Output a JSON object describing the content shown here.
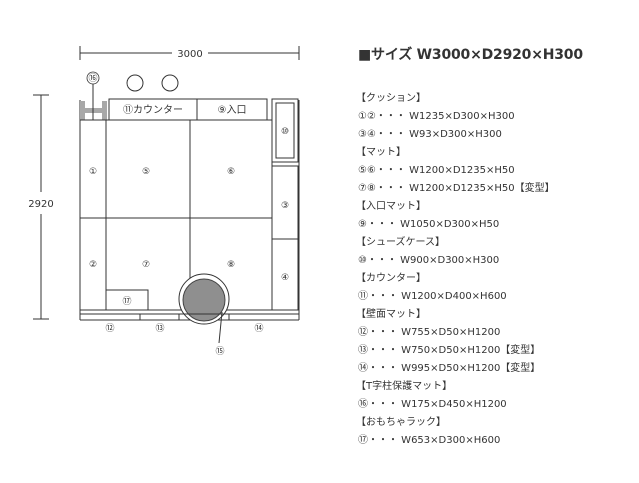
{
  "title": "■サイズ W3000×D2920×H300",
  "dimensions": {
    "width_label": "3000",
    "depth_label": "2920"
  },
  "parts": {
    "p1": "①",
    "p2": "②",
    "p3": "③",
    "p4": "④",
    "p5": "⑤",
    "p6": "⑥",
    "p7": "⑦",
    "p8": "⑧",
    "p9_entrance": "⑨入口",
    "p10": "⑩",
    "p11_counter": "⑪カウンター",
    "p12": "⑫",
    "p13": "⑬",
    "p14": "⑭",
    "p15": "⑮",
    "p16": "⑯",
    "p17": "⑰"
  },
  "spec_lines": [
    "【クッション】",
    "①②・・・ W1235×D300×H300",
    "③④・・・ W93×D300×H300",
    "【マット】",
    "⑤⑥・・・ W1200×D1235×H50",
    "⑦⑧・・・ W1200×D1235×H50【変型】",
    "【入口マット】",
    "⑨・・・ W1050×D300×H50",
    "【シューズケース】",
    "⑩・・・ W900×D300×H300",
    "【カウンター】",
    "⑪・・・ W1200×D400×H600",
    "【壁面マット】",
    "⑫・・・ W755×D50×H1200",
    "⑬・・・ W750×D50×H1200【変型】",
    "⑭・・・ W995×D50×H1200【変型】",
    "【T字柱保護マット】",
    "⑯・・・ W175×D450×H1200",
    "【おもちゃラック】",
    "⑰・・・ W653×D300×H600"
  ],
  "colors": {
    "line": "#333333",
    "t_post": "#a8a8a8",
    "pillar_fill": "#8f8f8f"
  }
}
